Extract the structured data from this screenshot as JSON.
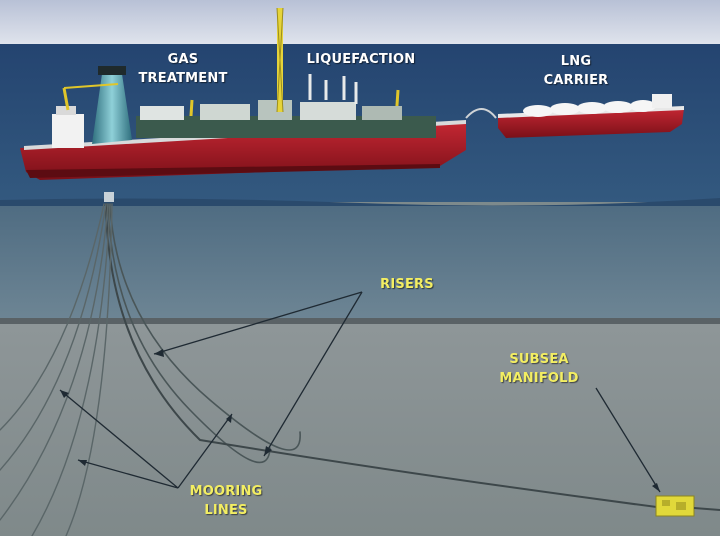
{
  "labels": {
    "gas_treatment": [
      "GAS",
      "TREATMENT"
    ],
    "liquefaction": "LIQUEFACTION",
    "lng_carrier": [
      "LNG",
      "CARRIER"
    ],
    "risers": "RISERS",
    "subsea_manifold": [
      "SUBSEA",
      "MANIFOLD"
    ],
    "mooring_lines": [
      "MOORING",
      "LINES"
    ]
  },
  "colors": {
    "sky": "#c9cfe0",
    "sea_surface": "#2a4d7a",
    "water_column": "#5f7a8c",
    "seabed": "#8b9395",
    "hull_red": "#b0202a",
    "label_white": "#ffffff",
    "label_yellow": "#f3ee62",
    "manifold": "#e1d83a"
  }
}
